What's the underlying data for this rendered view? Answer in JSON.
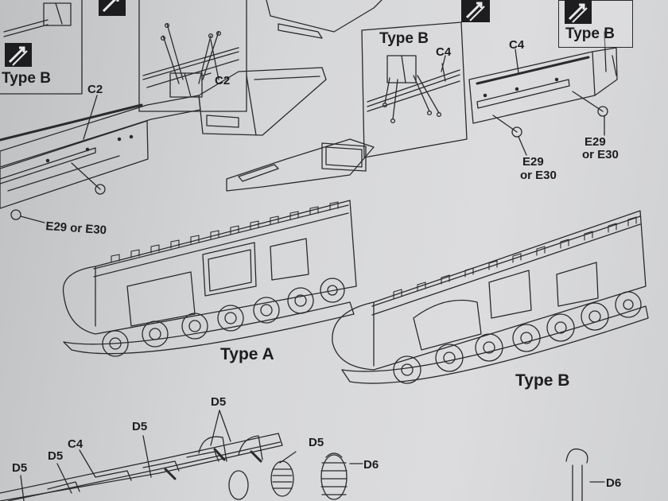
{
  "labels": {
    "type_b_top_left": "Type B",
    "type_b_callout_mid": "Type B",
    "type_b_callout_right": "Type B",
    "c2_left": "C2",
    "c2_callout": "C2",
    "c4_callout": "C4",
    "c4_right": "C4",
    "e29_left": "E29 or E30",
    "e29_mid_line1": "E29",
    "e29_mid_line2": "or E30",
    "e29_right_line1": "E29",
    "e29_right_line2": "or E30",
    "type_a_caption": "Type A",
    "type_b_caption": "Type B",
    "d5_a": "D5",
    "d5_b": "D5",
    "d5_c": "D5",
    "d5_d": "D5",
    "d5_e": "D5",
    "c4_bottom": "C4",
    "d6_a": "D6",
    "d6_b": "D6"
  },
  "icons": {
    "direction_badge": "diagonal-arrows-icon"
  }
}
